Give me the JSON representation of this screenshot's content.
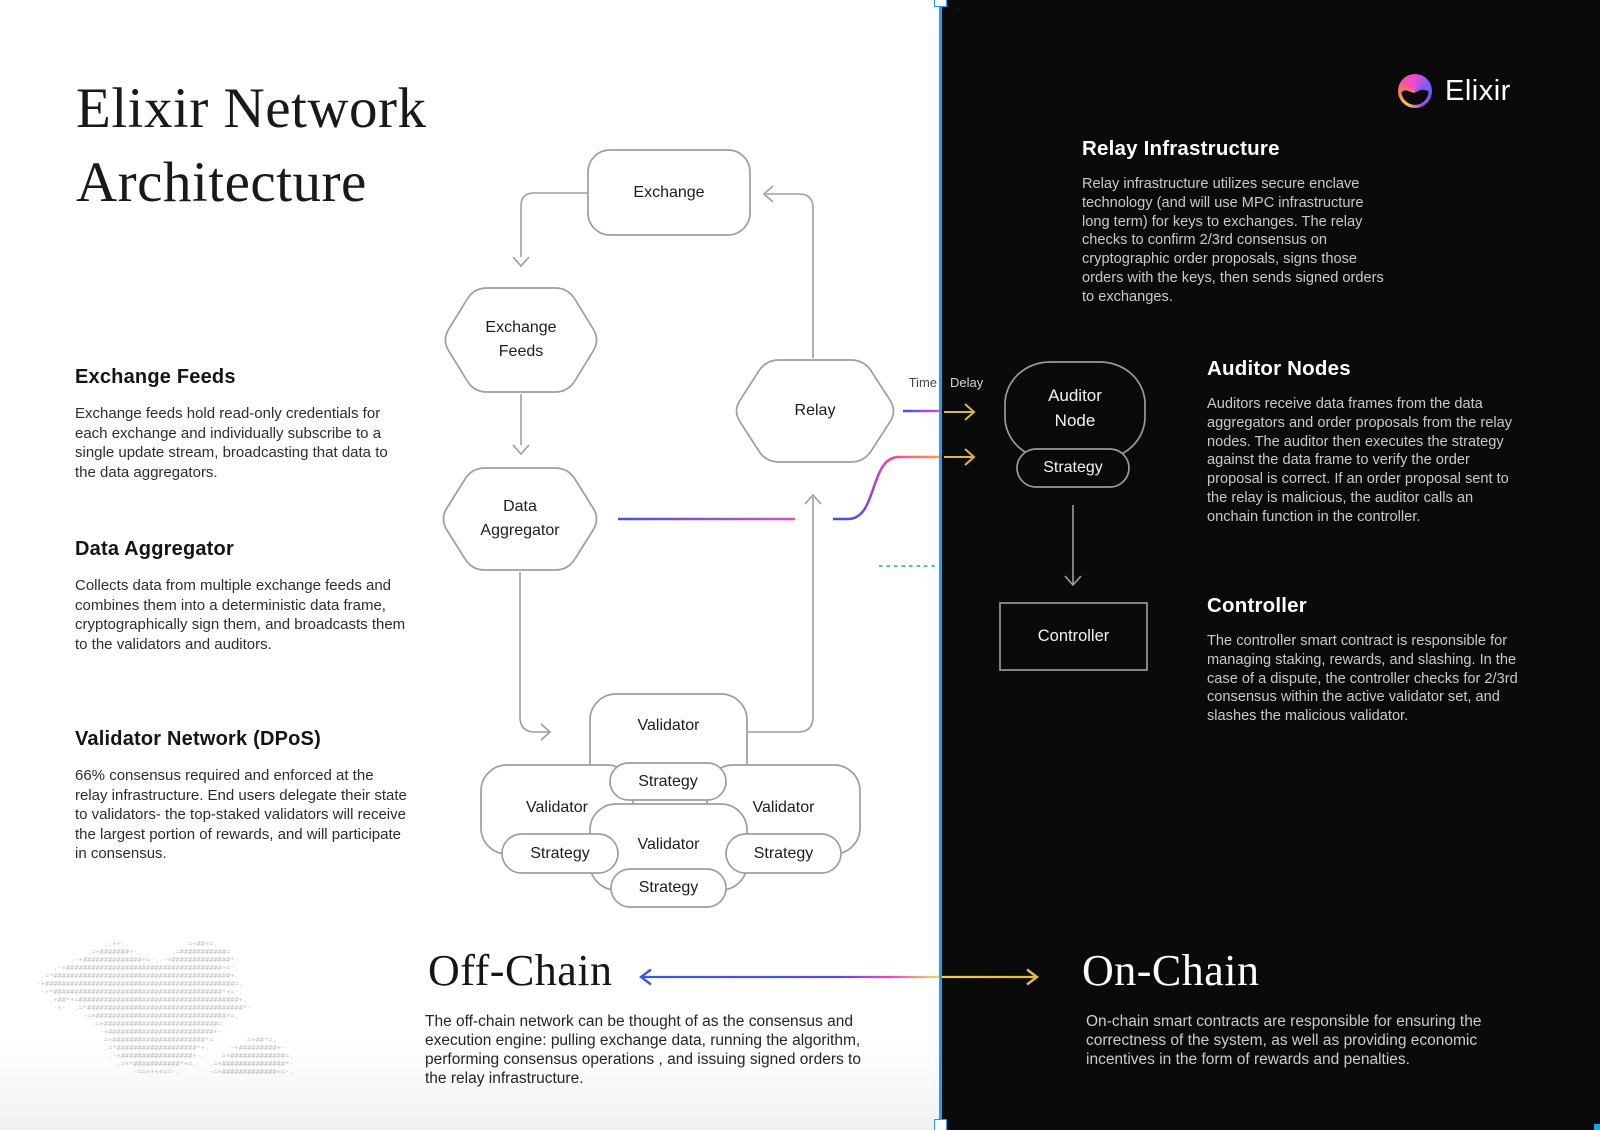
{
  "title": {
    "line1": "Elixir Network",
    "line2": "Architecture"
  },
  "brand": {
    "name": "Elixir"
  },
  "left_sections": [
    {
      "heading": "Exchange Feeds",
      "body": "Exchange feeds hold read-only credentials for each exchange and individually subscribe to a single update stream, broadcasting that data to the data aggregators."
    },
    {
      "heading": "Data Aggregator",
      "body": "Collects data from multiple exchange feeds and combines them into a deterministic data frame, cryptographically sign them, and broadcasts them to the validators and auditors."
    },
    {
      "heading": "Validator Network (DPoS)",
      "body": "66% consensus required and enforced at the relay infrastructure. End users delegate their state to validators- the top-staked validators will receive the largest portion of rewards, and will participate in consensus."
    }
  ],
  "right_sections": [
    {
      "heading": "Relay Infrastructure",
      "body": "Relay infrastructure utilizes secure enclave technology (and will use MPC infrastructure long term) for keys to exchanges. The relay checks to confirm 2/3rd consensus on cryptographic order proposals, signs those orders with the keys, then sends signed orders to exchanges."
    },
    {
      "heading": "Auditor Nodes",
      "body": "Auditors receive data frames from the data aggregators and order proposals from the relay nodes. The auditor then executes the strategy against the data frame to verify the order proposal is correct. If an order proposal sent to the relay is malicious, the auditor calls an onchain function in the controller."
    },
    {
      "heading": "Controller",
      "body": "The controller smart contract is responsible for managing staking, rewards, and slashing. In the case of a dispute, the controller checks for 2/3rd consensus within the active validator set, and slashes the malicious validator."
    }
  ],
  "diagram": {
    "exchange": "Exchange",
    "exchange_feeds_l1": "Exchange",
    "exchange_feeds_l2": "Feeds",
    "data_aggregator_l1": "Data",
    "data_aggregator_l2": "Aggregator",
    "relay": "Relay",
    "validator": "Validator",
    "strategy": "Strategy",
    "auditor_l1": "Auditor",
    "auditor_l2": "Node",
    "controller": "Controller",
    "time_label": "Time",
    "delay_label": "Delay"
  },
  "footer": {
    "offchain_title": "Off-Chain",
    "offchain_body": "The off-chain network can be thought of as the consensus and execution engine: pulling exchange data, running the algorithm, performing consensus operations , and issuing signed orders to the relay infrastructure.",
    "onchain_title": "On-Chain",
    "onchain_body": "On-chain smart contracts are responsible for ensuring the correctness of the system, as well as providing economic incentives in the form of rewards and penalties."
  },
  "colors": {
    "selection_blue": "#18A0FB",
    "gold_arrow": "#D9B84C",
    "gradient_blue": "#3E55E8",
    "gradient_pink": "#E04ACC",
    "gradient_orange": "#F7A048",
    "dashed_cyan": "#45BEF2",
    "panel_black": "#0A0A0A",
    "diagram_stroke": "#9E9E9E"
  },
  "ascii_art": "                  .:++:.              =+##+=.\n              .=+#######+-.       .=###########=\n          .-+##############+=-..-+##############*-\n      .-+#####################################+=-.\n   .=*##########################################+.\n  -+#############################################=.\n   -+*########################################*+=-.\n     .+##*+=######################################+.\n      -+-  .=*#####################################*-\n             -=+###############################+=.\n               .=+###########################=.\n                 -+#########################+-\n                  =+######################*=       .=+##*=.\n                  .=*###################*+.     -+#########+-\n                   .-+#################+-.    =+#############=.\n                     .=+*###########*+=.   .=+###############*-\n                        .-==++++==-.       -=+#############+=-."
}
